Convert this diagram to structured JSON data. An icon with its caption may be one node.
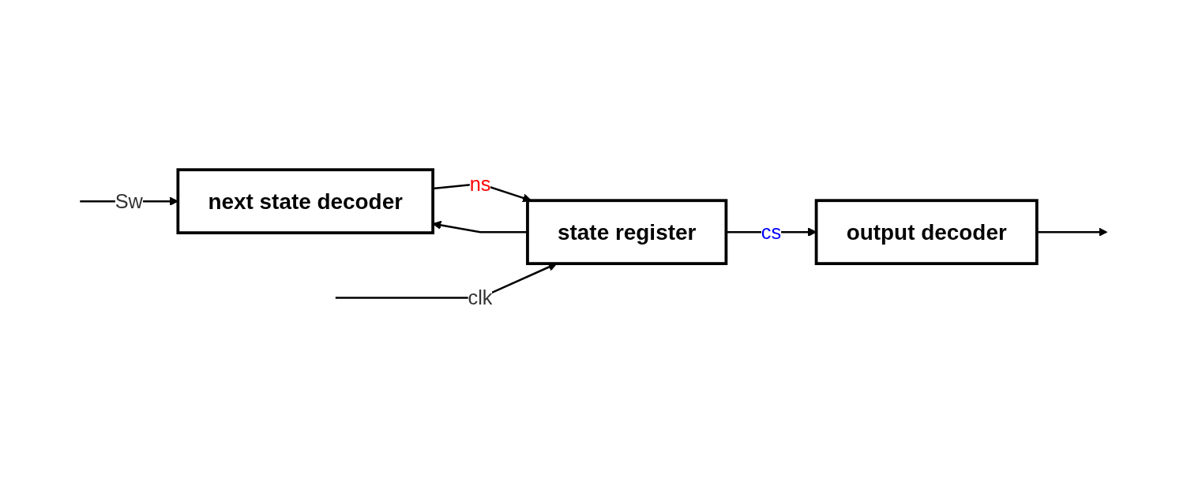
{
  "diagram": {
    "nodes": [
      {
        "text": [
          "next state decoder"
        ]
      },
      {
        "text": [
          "state register"
        ]
      },
      {
        "text": [
          "output decoder"
        ]
      }
    ],
    "edges": [
      {
        "from": null,
        "to": 0,
        "arrow": "to",
        "label": "Sw"
      },
      {
        "from": 0,
        "to": 1,
        "arrow": "to",
        "label": "ns"
      },
      {
        "from": 1,
        "to": 2,
        "arrow": "to",
        "label": "cs"
      },
      {
        "from": 1,
        "to": 0,
        "arrow": "to"
      },
      {
        "from": null,
        "to": 1,
        "arrow": "to",
        "label": "clk"
      },
      {
        "from": 2,
        "to": null,
        "arrow": "to"
      }
    ]
  }
}
